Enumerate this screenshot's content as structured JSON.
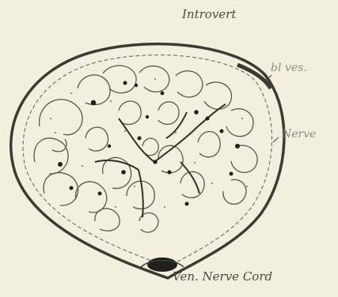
{
  "figure": {
    "labels": {
      "introvert": "Introvert",
      "blood_vessel": "bl ves.",
      "nerve": "Nerve",
      "ventral_nerve_cord": "Ven. Nerve Cord"
    },
    "colors": {
      "paper": "#f3efdf",
      "ink": "#3b3b36",
      "faint_ink": "#8d8b80"
    }
  }
}
